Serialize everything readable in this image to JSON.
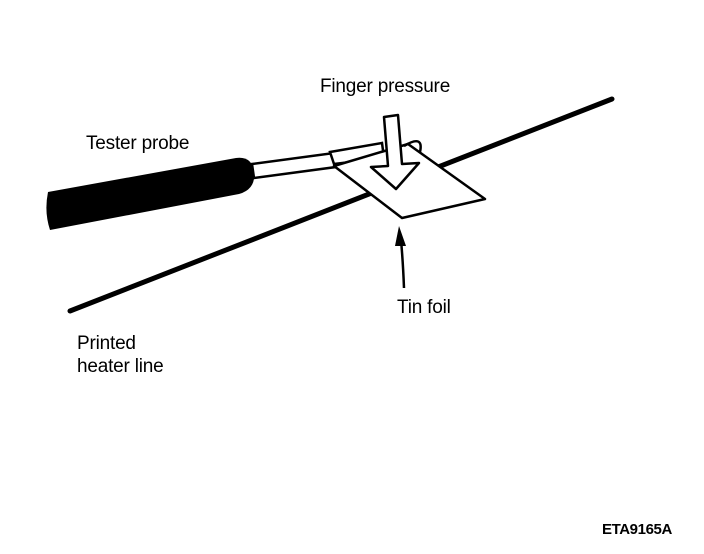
{
  "labels": {
    "finger_pressure": "Finger pressure",
    "tester_probe": "Tester probe",
    "tin_foil": "Tin foil",
    "printed_heater_line_1": "Printed",
    "printed_heater_line_2": "heater line",
    "figure_code": "ETA9165A"
  },
  "colors": {
    "ink": "#000000",
    "paper": "#ffffff"
  }
}
